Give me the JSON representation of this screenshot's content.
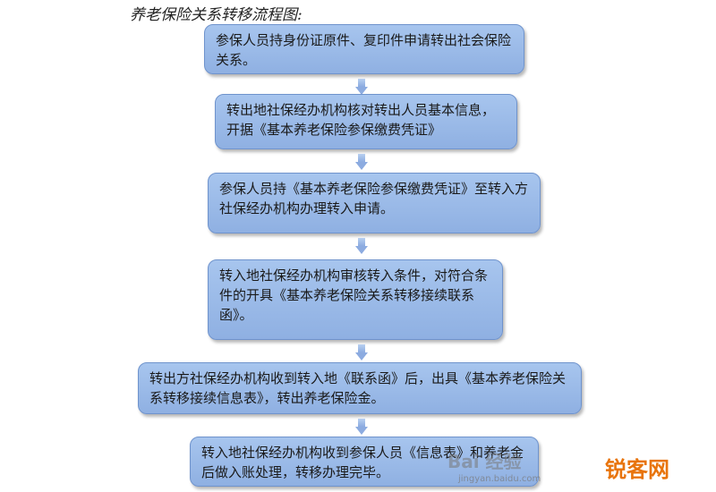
{
  "title": "养老保险关系转移流程图:",
  "steps": [
    {
      "text": "参保人员持身份证原件、复印件申请转出社会保险关系。"
    },
    {
      "text": "转出地社保经办机构核对转出人员基本信息，开据《基本养老保险参保缴费凭证》"
    },
    {
      "text": "参保人员持《基本养老保险参保缴费凭证》至转入方社保经办机构办理转入申请。"
    },
    {
      "text": "转入地社保经办机构审核转入条件，对符合条件的开具《基本养老保险关系转移接续联系函》。"
    },
    {
      "text": "转出方社保经办机构收到转入地《联系函》后，出具《基本养老保险关系转移接续信息表》，转出养老保险金。"
    },
    {
      "text": "转入地社保经办机构收到参保人员《信息表》和养老金后做入账处理，转移办理完毕。"
    }
  ],
  "watermark": {
    "text": "Bai 经验",
    "url": "jingyan.baidu.com"
  },
  "logo": "锐客网",
  "colors": {
    "box_fill": "#9bbbe8",
    "box_border": "#6f93cc",
    "logo": "#e8740c"
  }
}
